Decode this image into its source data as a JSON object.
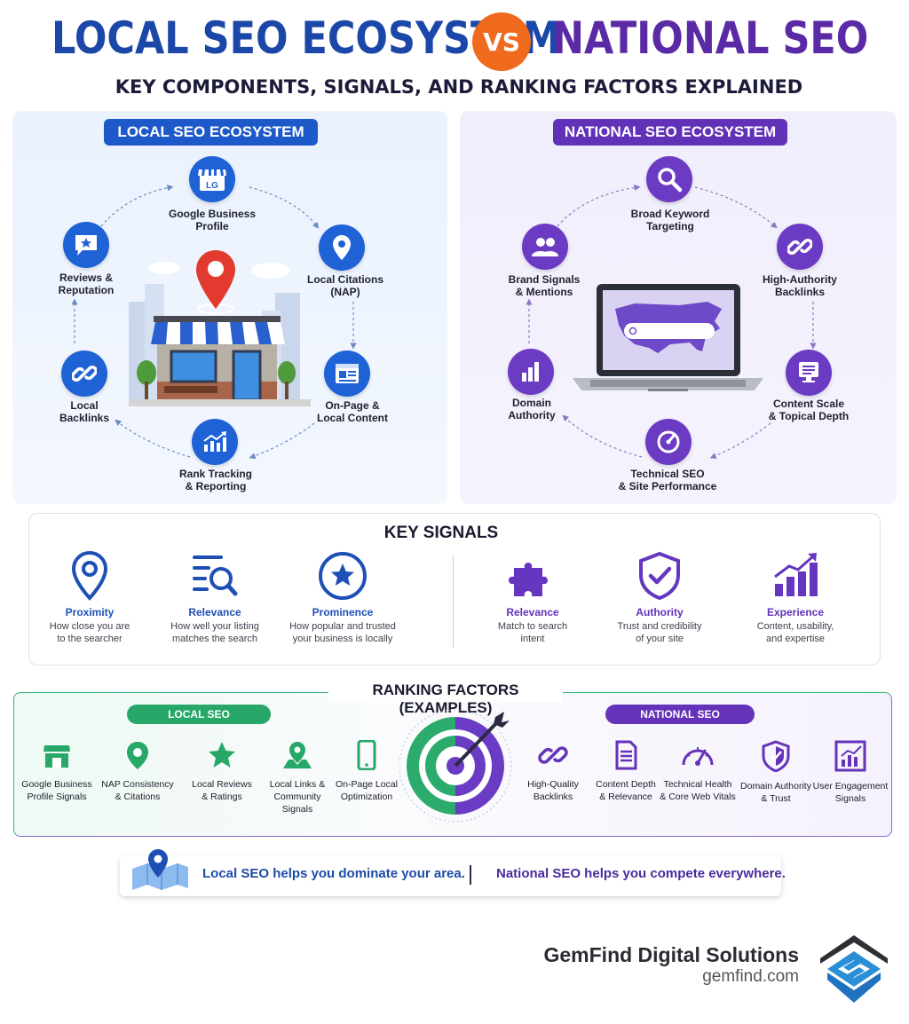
{
  "header": {
    "title_left": "LOCAL SEO ECOSYSTEM",
    "vs": "VS",
    "title_right": "NATIONAL SEO",
    "subtitle": "KEY COMPONENTS, SIGNALS, AND RANKING FACTORS EXPLAINED"
  },
  "local_ecosystem": {
    "badge": "LOCAL SEO ECOSYSTEM",
    "gbp_icon_text": "LG",
    "nodes": [
      {
        "label": "Google Business\nProfile",
        "icon": "storefront-icon"
      },
      {
        "label": "Local Citations\n(NAP)",
        "icon": "location-pin-icon"
      },
      {
        "label": "On-Page &\nLocal Content",
        "icon": "webpage-icon"
      },
      {
        "label": "Rank Tracking\n& Reporting",
        "icon": "chart-up-icon"
      },
      {
        "label": "Local\nBacklinks",
        "icon": "link-icon"
      },
      {
        "label": "Reviews &\nReputation",
        "icon": "star-chat-icon"
      }
    ]
  },
  "national_ecosystem": {
    "badge": "NATIONAL SEO ECOSYSTEM",
    "nodes": [
      {
        "label": "Broad Keyword\nTargeting",
        "icon": "search-icon"
      },
      {
        "label": "High-Authority\nBacklinks",
        "icon": "link-icon"
      },
      {
        "label": "Content Scale\n& Topical Depth",
        "icon": "document-icon"
      },
      {
        "label": "Technical SEO\n& Site Performance",
        "icon": "speedometer-icon"
      },
      {
        "label": "Domain\nAuthority",
        "icon": "bar-chart-icon"
      },
      {
        "label": "Brand Signals\n& Mentions",
        "icon": "people-icon"
      }
    ]
  },
  "key_signals": {
    "title": "KEY SIGNALS",
    "local": [
      {
        "title": "Proximity",
        "desc": "How close you are\nto the searcher",
        "icon": "pin-outline-icon"
      },
      {
        "title": "Relevance",
        "desc": "How well your listing\nmatches the search",
        "icon": "list-search-icon"
      },
      {
        "title": "Prominence",
        "desc": "How popular and trusted\nyour business is locally",
        "icon": "star-circle-icon"
      }
    ],
    "national": [
      {
        "title": "Relevance",
        "desc": "Match to search\nintent",
        "icon": "puzzle-icon"
      },
      {
        "title": "Authority",
        "desc": "Trust and credibility\nof your site",
        "icon": "shield-check-icon"
      },
      {
        "title": "Experience",
        "desc": "Content, usability,\nand expertise",
        "icon": "growth-chart-icon"
      }
    ]
  },
  "ranking_factors": {
    "title": "RANKING FACTORS (EXAMPLES)",
    "local_pill": "LOCAL SEO",
    "national_pill": "NATIONAL SEO",
    "local": [
      {
        "label": "Google Business\nProfile Signals",
        "icon": "store-icon"
      },
      {
        "label": "NAP Consistency\n& Citations",
        "icon": "pin-icon"
      },
      {
        "label": "Local Reviews\n& Ratings",
        "icon": "star-icon"
      },
      {
        "label": "Local Links &\nCommunity\nSignals",
        "icon": "map-pin-icon"
      },
      {
        "label": "On-Page Local\nOptimization",
        "icon": "phone-icon"
      }
    ],
    "national": [
      {
        "label": "High-Quality\nBacklinks",
        "icon": "link-icon"
      },
      {
        "label": "Content Depth\n& Relevance",
        "icon": "document-icon"
      },
      {
        "label": "Technical Health\n& Core Web Vitals",
        "icon": "gauge-icon"
      },
      {
        "label": "Domain Authority\n& Trust",
        "icon": "shield-icon"
      },
      {
        "label": "User Engagement\nSignals",
        "icon": "chart-icon"
      }
    ]
  },
  "banner": {
    "local": "Local SEO helps you dominate your area.",
    "national": "National SEO helps you compete everywhere."
  },
  "brand": {
    "name": "GemFind Digital Solutions",
    "url": "gemfind.com"
  },
  "colors": {
    "local_blue": "#1e59c9",
    "national_purple": "#6132b8",
    "vs_orange": "#f06a1d",
    "local_green": "#27a768"
  }
}
